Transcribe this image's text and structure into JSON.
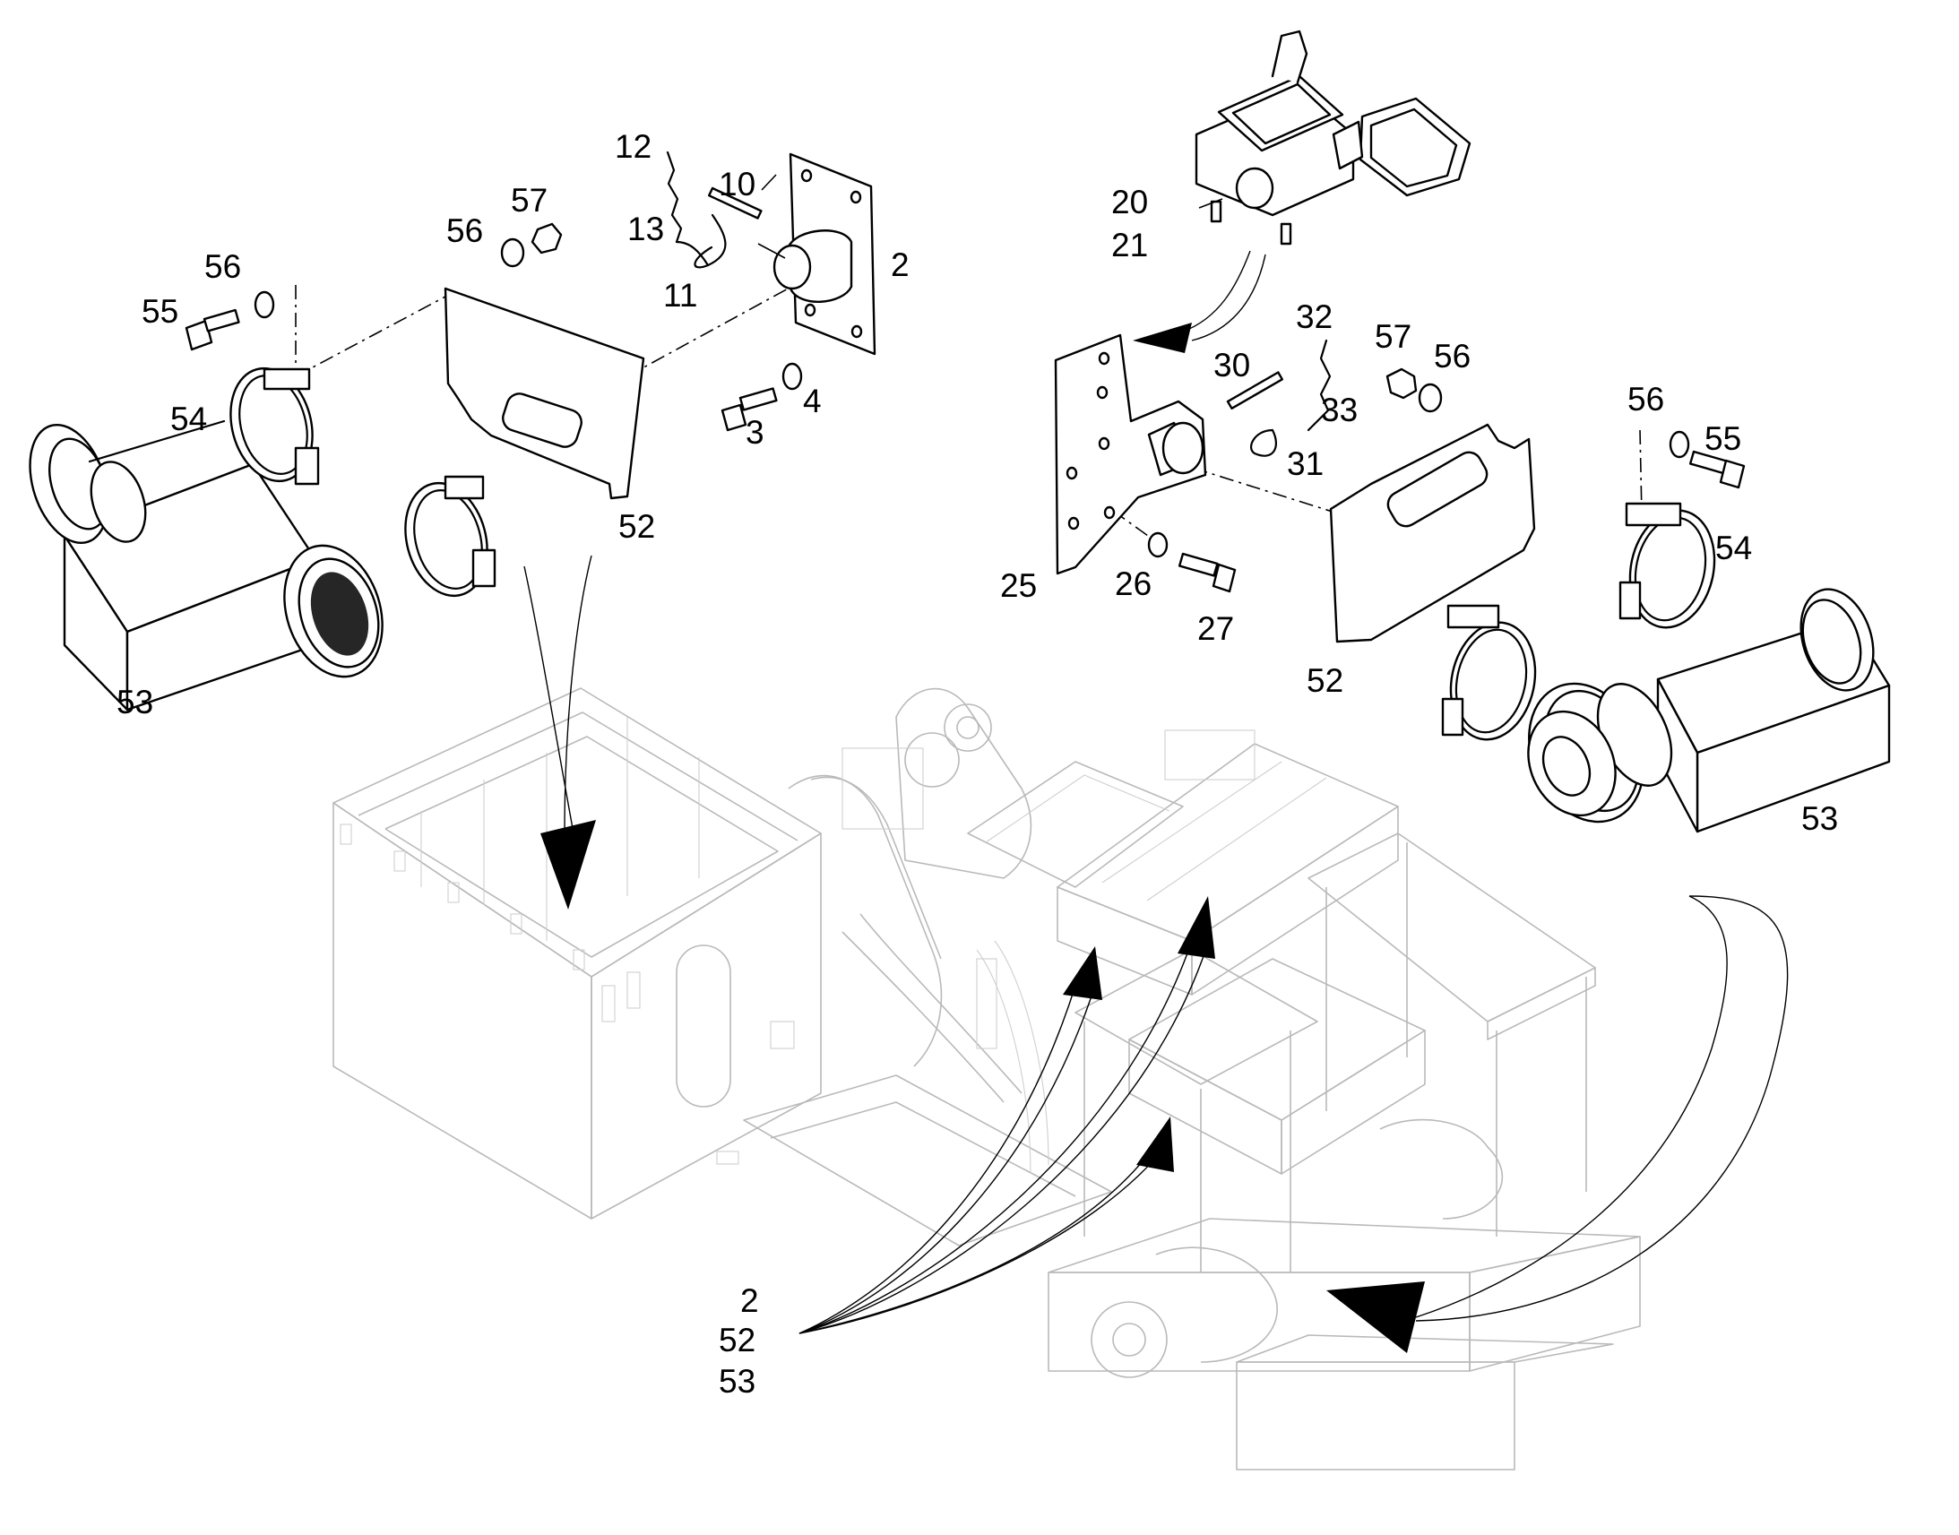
{
  "labels": {
    "l12": "12",
    "l10": "10",
    "l13": "13",
    "l11": "11",
    "l2a": "2",
    "l57a": "57",
    "l56a": "56",
    "l56b": "56",
    "l55a": "55",
    "l54a": "54",
    "l53a": "53",
    "l52a": "52",
    "l3": "3",
    "l4": "4",
    "l20": "20",
    "l21": "21",
    "l32": "32",
    "l30": "30",
    "l33": "33",
    "l31": "31",
    "l57b": "57",
    "l56c": "56",
    "l56d": "56",
    "l55b": "55",
    "l54b": "54",
    "l25": "25",
    "l26": "26",
    "l27": "27",
    "l52b": "52",
    "l53b": "53",
    "l2b": "2",
    "l52c": "52",
    "l53c": "53"
  }
}
